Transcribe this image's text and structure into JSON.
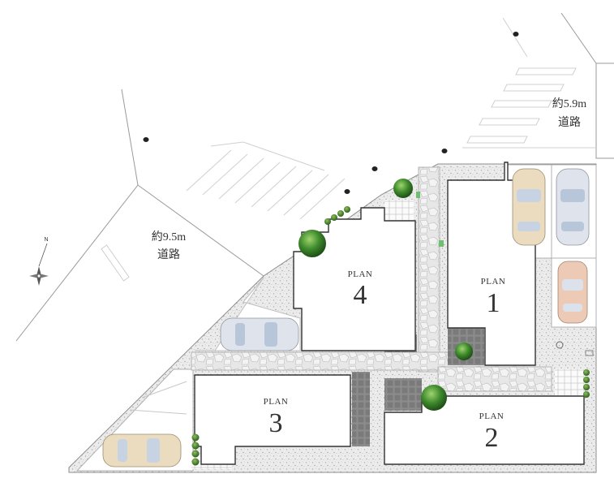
{
  "roads": [
    {
      "id": "road-9-5",
      "label_line1": "約9.5m",
      "label_line2": "道路"
    },
    {
      "id": "road-5-9",
      "label_line1": "約5.9m",
      "label_line2": "道路"
    }
  ],
  "plans": [
    {
      "id": "plan-1",
      "word": "PLAN",
      "number": "1"
    },
    {
      "id": "plan-2",
      "word": "PLAN",
      "number": "2"
    },
    {
      "id": "plan-3",
      "word": "PLAN",
      "number": "3"
    },
    {
      "id": "plan-4",
      "word": "PLAN",
      "number": "4"
    }
  ],
  "compass": {
    "label": "N",
    "icon": "compass-rose-icon"
  },
  "colors": {
    "ground": "#eeeeee",
    "gravel": "#e6e6e6",
    "building_fill": "#ffffff",
    "building_stroke": "#333333",
    "tile_fill": "#7f7f7f",
    "tree": "#3d7a2e",
    "car_silver": "#d8dde6",
    "car_gold": "#e9dcc2",
    "car_pink": "#ecc9b4"
  }
}
